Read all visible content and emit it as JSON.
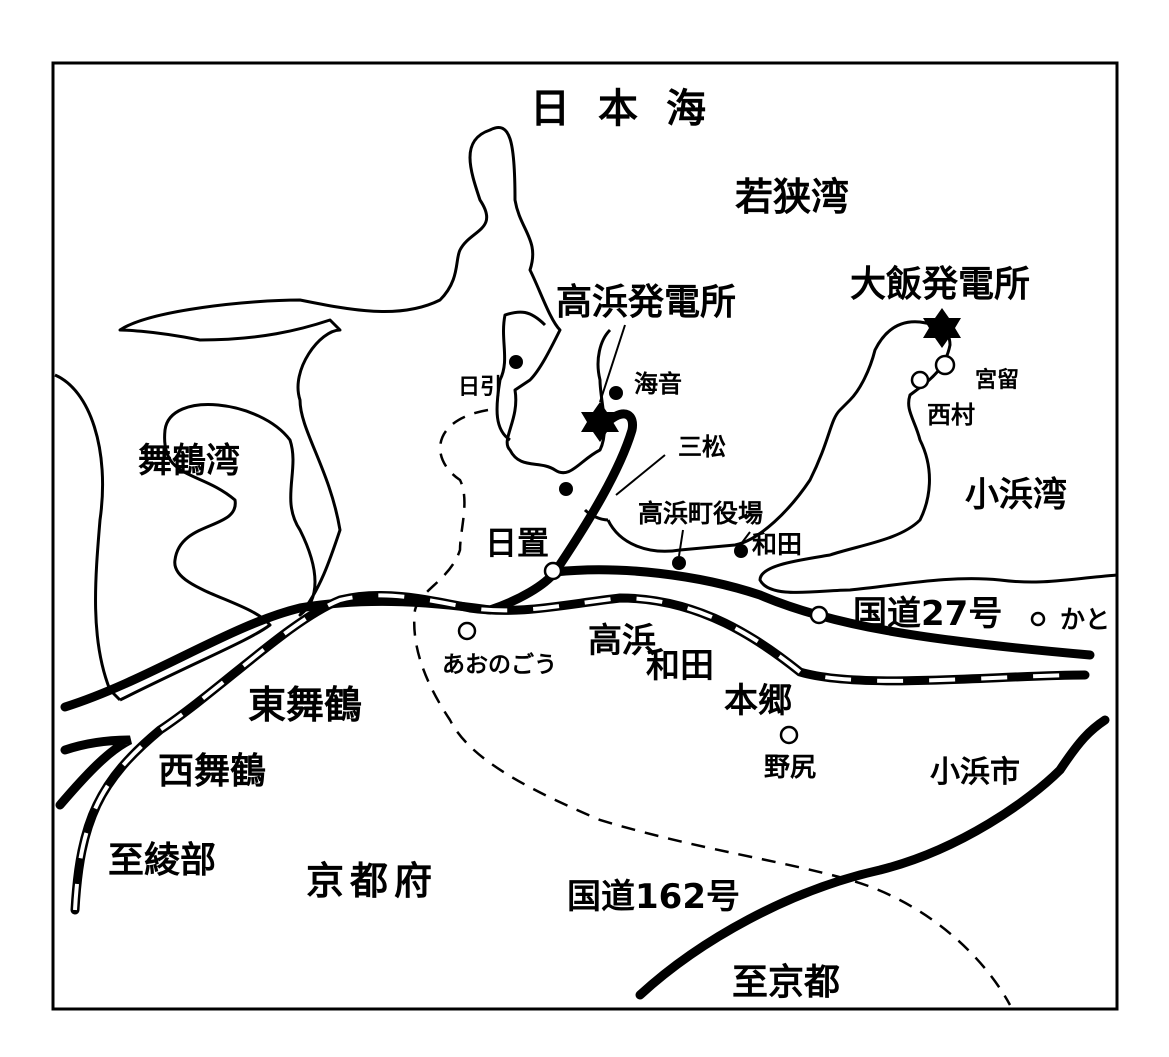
{
  "map": {
    "sea_labels": {
      "sea": "日本海",
      "wakasa_bay": "若狭湾",
      "maizuru_bay": "舞鶴湾",
      "obama_bay": "小浜湾"
    },
    "power_plants": {
      "takahama": "高浜発電所",
      "ohi": "大飯発電所"
    },
    "places": {
      "hibiki": "日引",
      "kanon": "海音",
      "mimatsu": "三松",
      "miyadome": "宮留",
      "nishimura": "西村",
      "town_office": "高浜町役場",
      "wada_village": "和田",
      "hioki": "日置",
      "kato": "かと",
      "aonogou": "あおのごう",
      "nojiri": "野尻",
      "obama_city": "小浜市",
      "kyoto_pref": "京都府"
    },
    "stations": {
      "takahama": "高浜",
      "wada": "和田",
      "hongo": "本郷",
      "higashi_maizuru": "東舞鶴",
      "nishi_maizuru": "西舞鶴"
    },
    "roads": {
      "route27": "国道27号",
      "route162": "国道162号"
    },
    "directions": {
      "to_ayabe": "至綾部",
      "to_kyoto": "至京都"
    }
  }
}
